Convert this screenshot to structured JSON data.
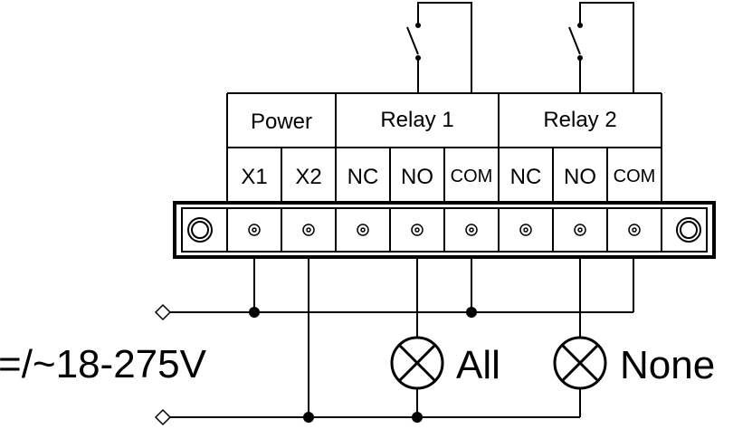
{
  "groups": {
    "power": "Power",
    "relay1": "Relay 1",
    "relay2": "Relay 2"
  },
  "terminals": [
    "X1",
    "X2",
    "NC",
    "NO",
    "COM",
    "NC",
    "NO",
    "COM"
  ],
  "supply_label": "=/~18-275V",
  "lamps": {
    "lamp1": "All",
    "lamp2": "None"
  },
  "colors": {
    "line": "#000000",
    "background": "#ffffff"
  }
}
